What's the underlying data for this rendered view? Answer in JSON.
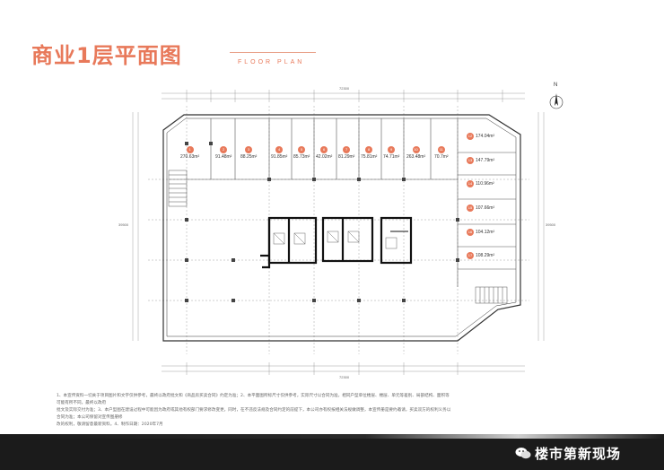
{
  "header": {
    "title": "商业1层平面图",
    "subtitle": "FLOOR PLAN"
  },
  "plan": {
    "north_label": "N",
    "dim_top": "72300",
    "dim_bottom": "72300",
    "dim_left": "39500",
    "dim_right": "39500",
    "top_units": [
      {
        "no": "1",
        "area": "270.63m²"
      },
      {
        "no": "2",
        "area": "91.48m²"
      },
      {
        "no": "3",
        "area": "88.25m²"
      },
      {
        "no": "4",
        "area": "91.85m²"
      },
      {
        "no": "5",
        "area": "85.73m²"
      },
      {
        "no": "6",
        "area": "42.02m²"
      },
      {
        "no": "7",
        "area": "81.29m²"
      },
      {
        "no": "8",
        "area": "75.81m²"
      },
      {
        "no": "9",
        "area": "74.71m²"
      },
      {
        "no": "10",
        "area": "263.48m²"
      },
      {
        "no": "11",
        "area": "70.7m²"
      }
    ],
    "right_units": [
      {
        "no": "12",
        "area": "174.04m²"
      },
      {
        "no": "13",
        "area": "147.79m²"
      },
      {
        "no": "14",
        "area": "110.96m²"
      },
      {
        "no": "15",
        "area": "107.66m²"
      },
      {
        "no": "16",
        "area": "104.12m²"
      },
      {
        "no": "17",
        "area": "108.29m²"
      }
    ]
  },
  "notes": {
    "line1": "1、本宣传资料一切关于项目图片和文字仅供参考，最终以政府批文和《商品房买卖合同》约定为准；2、本平面图所标尺寸仅供参考，实际尺寸以合同为准，相同户型单位楼层、楼层、单元等差别、局部结构、面积等可能有所不同，最终以政府",
    "line2": "批文及实际交付为准；3、本户型图在建设过程中可能因为政府或其他有权部门要求修改变更，同时，在不违反法规及合同约定的前提下，本公司亦有权按相关法规做调整，本宣传册是要约邀请，买卖双方的权利义务以合同为准；本公司保留对宣传图册修",
    "line3": "改的权利，敬请留意最新资料。4、制作日期：2020年7月"
  },
  "brand": {
    "name": "楼市第新现场",
    "icon": "wechat-icon"
  },
  "colors": {
    "accent": "#e8795a",
    "wall": "#111111",
    "bar": "#1b1b1b"
  }
}
